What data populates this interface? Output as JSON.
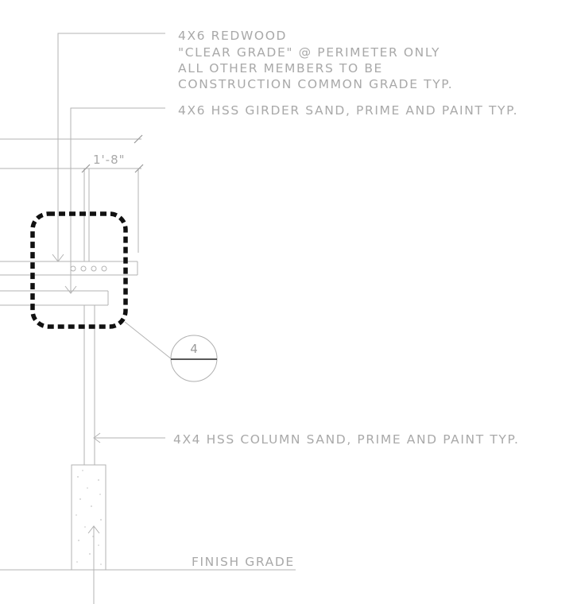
{
  "notes": {
    "redwood": [
      "4X6 REDWOOD",
      "\"CLEAR GRADE\" @ PERIMETER ONLY",
      "ALL OTHER MEMBERS TO BE",
      "CONSTRUCTION COMMON GRADE TYP."
    ],
    "girder": "4X6 HSS GIRDER SAND, PRIME AND PAINT TYP.",
    "column": "4X4 HSS COLUMN SAND, PRIME AND PAINT TYP.",
    "finish_grade": "FINISH GRADE"
  },
  "dimension": {
    "label": "1'-8\""
  },
  "detail_callout": {
    "number": "4"
  },
  "colors": {
    "linework": "#b3b3b3",
    "text": "#a9a9a9",
    "highlight": "#111111"
  }
}
